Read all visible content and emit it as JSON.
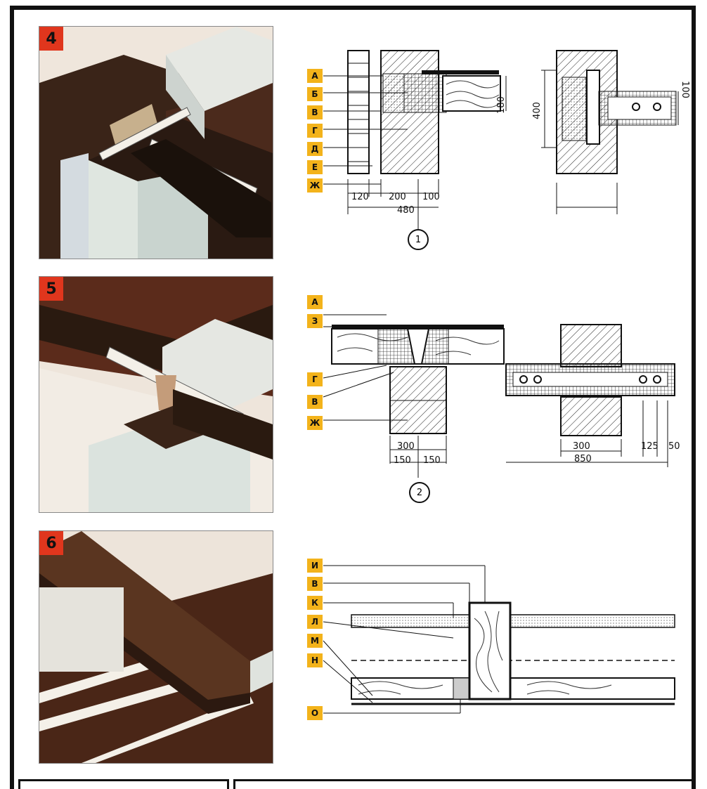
{
  "panels": [
    {
      "number": "4",
      "labels": [
        "А",
        "Б",
        "В",
        "Г",
        "Д",
        "Е",
        "Ж"
      ],
      "dims_left": {
        "d1": "120",
        "d2": "200",
        "d3": "100",
        "total": "480"
      },
      "dims_right": {
        "height": "400",
        "side": "100"
      },
      "left_dim_vert": "180",
      "detail_number": "1"
    },
    {
      "number": "5",
      "labels": [
        "А",
        "З",
        "Г",
        "В",
        "Ж"
      ],
      "dims_left": {
        "w": "300",
        "h1": "150",
        "h2": "150"
      },
      "dims_right": {
        "w": "300",
        "a": "125",
        "b": "50",
        "total": "850"
      },
      "detail_number": "2"
    },
    {
      "number": "6",
      "labels": [
        "И",
        "В",
        "К",
        "Л",
        "М",
        "Н",
        "О"
      ]
    }
  ],
  "colors": {
    "badge": "#e0361d",
    "label": "#f3b31b",
    "wall": "#dfe3de",
    "beam": "#2a1a10",
    "floor": "#5a2a1a"
  }
}
